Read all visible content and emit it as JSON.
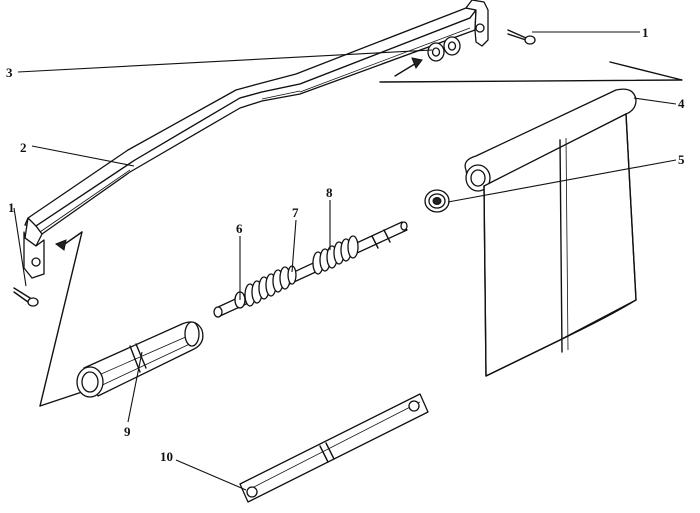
{
  "callouts": [
    {
      "id": "c1a",
      "label": "1"
    },
    {
      "id": "c1b",
      "label": "1"
    },
    {
      "id": "c2",
      "label": "2"
    },
    {
      "id": "c3",
      "label": "3"
    },
    {
      "id": "c4",
      "label": "4"
    },
    {
      "id": "c5",
      "label": "5"
    },
    {
      "id": "c6",
      "label": "6"
    },
    {
      "id": "c7",
      "label": "7"
    },
    {
      "id": "c8",
      "label": "8"
    },
    {
      "id": "c9",
      "label": "9"
    },
    {
      "id": "c10",
      "label": "10"
    }
  ]
}
